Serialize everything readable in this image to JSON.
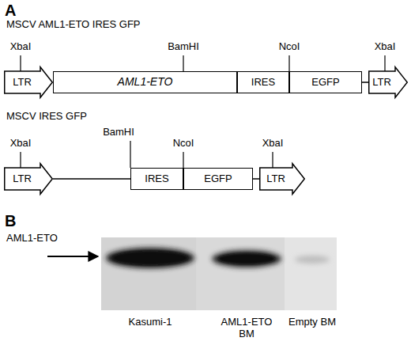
{
  "diagram": {
    "nodes": [
      {
        "text": [
          "LTR"
        ]
      },
      {
        "text": [
          "AML1-ETO"
        ]
      },
      {
        "text": [
          "IRES"
        ]
      },
      {
        "text": [
          "EGFP"
        ]
      },
      {
        "text": [
          "LTR"
        ]
      },
      {
        "text": [
          "LTR"
        ]
      },
      {
        "text": [
          "IRES"
        ]
      },
      {
        "text": [
          "EGFP"
        ]
      },
      {
        "text": [
          "LTR"
        ]
      }
    ],
    "edges": [
      {
        "from": 3,
        "to": 4,
        "arrow": "none"
      },
      {
        "from": 5,
        "to": 6,
        "arrow": "none"
      },
      {
        "from": 7,
        "to": 8,
        "arrow": "none"
      }
    ],
    "labels": [
      "A",
      "MSCV AML1-ETO IRES GFP",
      "XbaI",
      "BamHI",
      "NcoI",
      "XbaI",
      "MSCV IRES GFP",
      "XbaI",
      "BamHI",
      "NcoI",
      "XbaI",
      "B",
      "AML1-ETO",
      "Kasumi-1",
      "AML1-ETO BM",
      "Empty BM"
    ]
  }
}
